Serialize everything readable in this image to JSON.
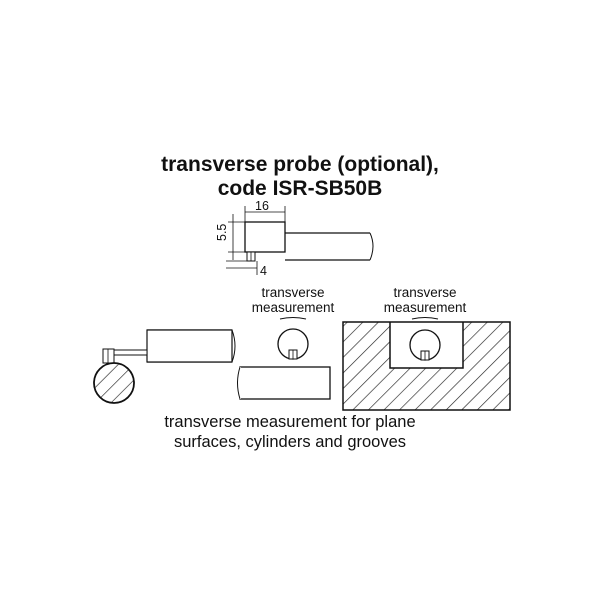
{
  "title_line1": "transverse probe (optional),",
  "title_line2": "code ISR-SB50B",
  "dimensions": {
    "width": "16",
    "height": "5.5",
    "tip": "4"
  },
  "label_plane_l1": "transverse",
  "label_plane_l2": "measurement",
  "label_groove_l1": "transverse",
  "label_groove_l2": "measurement",
  "caption_line1": "transverse measurement for plane",
  "caption_line2": "surfaces, cylinders and grooves"
}
